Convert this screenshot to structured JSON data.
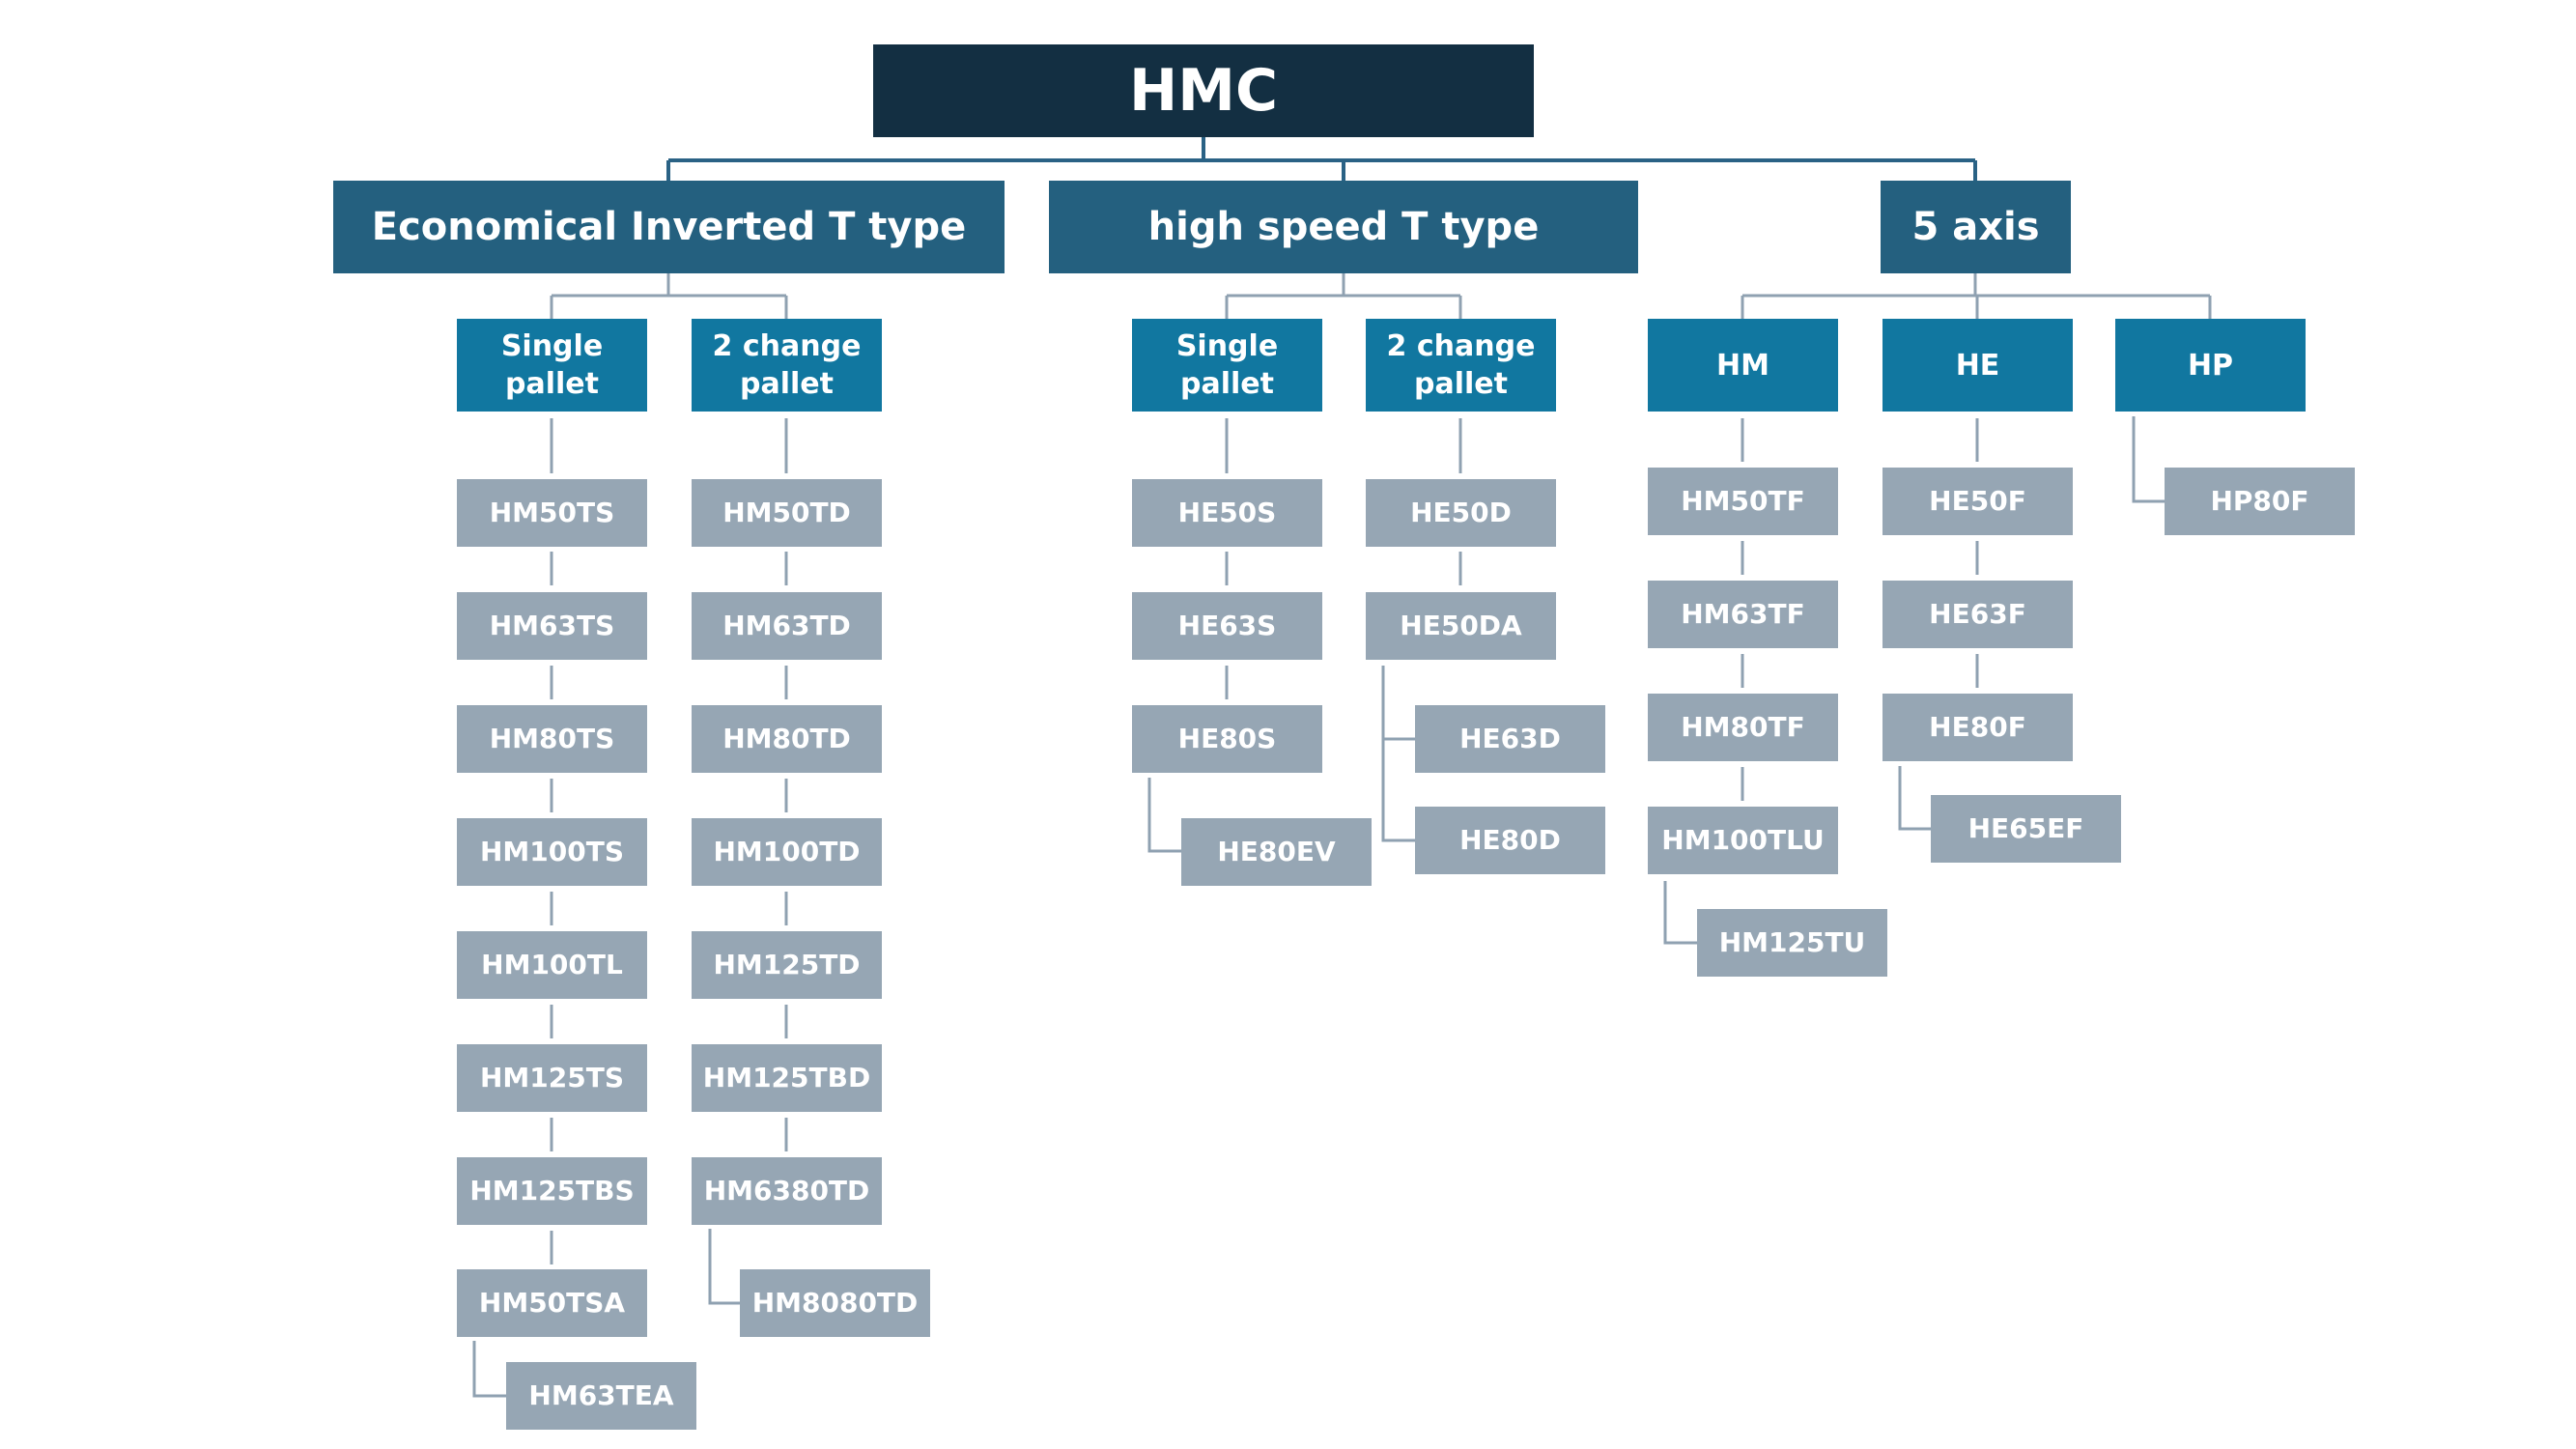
{
  "colors": {
    "root": "#132f42",
    "category": "#24607f",
    "subcategory": "#1177a0",
    "model": "#96a6b4",
    "connector_top": "#2a6285",
    "connector_sub": "#8fa1b1"
  },
  "root": {
    "label": "HMC"
  },
  "categories": [
    {
      "label": "Economical Inverted T type"
    },
    {
      "label": "high speed T type"
    },
    {
      "label": "5 axis"
    }
  ],
  "econ": {
    "single": {
      "label": "Single pallet",
      "models": [
        "HM50TS",
        "HM63TS",
        "HM80TS",
        "HM100TS",
        "HM100TL",
        "HM125TS",
        "HM125TBS",
        "HM50TSA"
      ],
      "branch": "HM63TEA"
    },
    "double": {
      "label": "2 change\npallet",
      "models": [
        "HM50TD",
        "HM63TD",
        "HM80TD",
        "HM100TD",
        "HM125TD",
        "HM125TBD",
        "HM6380TD"
      ],
      "branch": "HM8080TD"
    }
  },
  "speed": {
    "single": {
      "label": "Single pallet",
      "models": [
        "HE50S",
        "HE63S",
        "HE80S"
      ],
      "branch": "HE80EV"
    },
    "double": {
      "label": "2 change\npallet",
      "models": [
        "HE50D",
        "HE50DA"
      ],
      "branches": [
        "HE63D",
        "HE80D"
      ]
    }
  },
  "axis5": {
    "hm": {
      "label": "HM",
      "models": [
        "HM50TF",
        "HM63TF",
        "HM80TF",
        "HM100TLU"
      ],
      "branch": "HM125TU"
    },
    "he": {
      "label": "HE",
      "models": [
        "HE50F",
        "HE63F",
        "HE80F"
      ],
      "branch": "HE65EF"
    },
    "hp": {
      "label": "HP",
      "branch": "HP80F"
    }
  }
}
